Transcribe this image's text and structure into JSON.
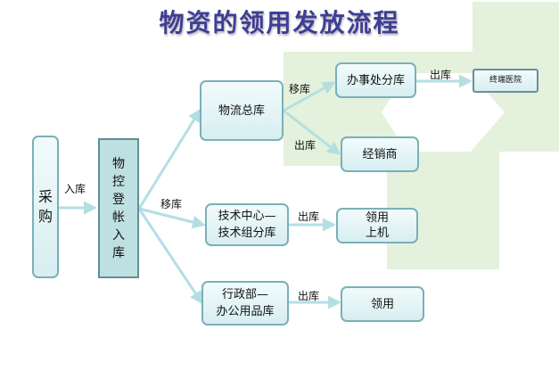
{
  "title": "物资的领用发放流程",
  "nodes": {
    "purchase": "采\n购",
    "register": "物\n控\n登\n帐\n入\n库",
    "logistics": "物流总库",
    "office_branch": "办事处分库",
    "terminal_hospital": "终端医院",
    "distributor": "经销商",
    "tech_center": "技术中心—\n技术组分库",
    "collect_install": "领用\n上机",
    "admin_dept": "行政部—\n办公用品库",
    "collect": "领用"
  },
  "edge_labels": {
    "in_stock": "入库",
    "transfer_main": "移库",
    "transfer_office": "移库",
    "out_office": "出库",
    "out_distributor": "出库",
    "out_tech": "出库",
    "out_admin": "出库"
  },
  "colors": {
    "title": "#3e3e96",
    "arrow": "#b3dfe3",
    "node_border": "#7ab0b8",
    "background_shape": "#e4f1dc"
  }
}
